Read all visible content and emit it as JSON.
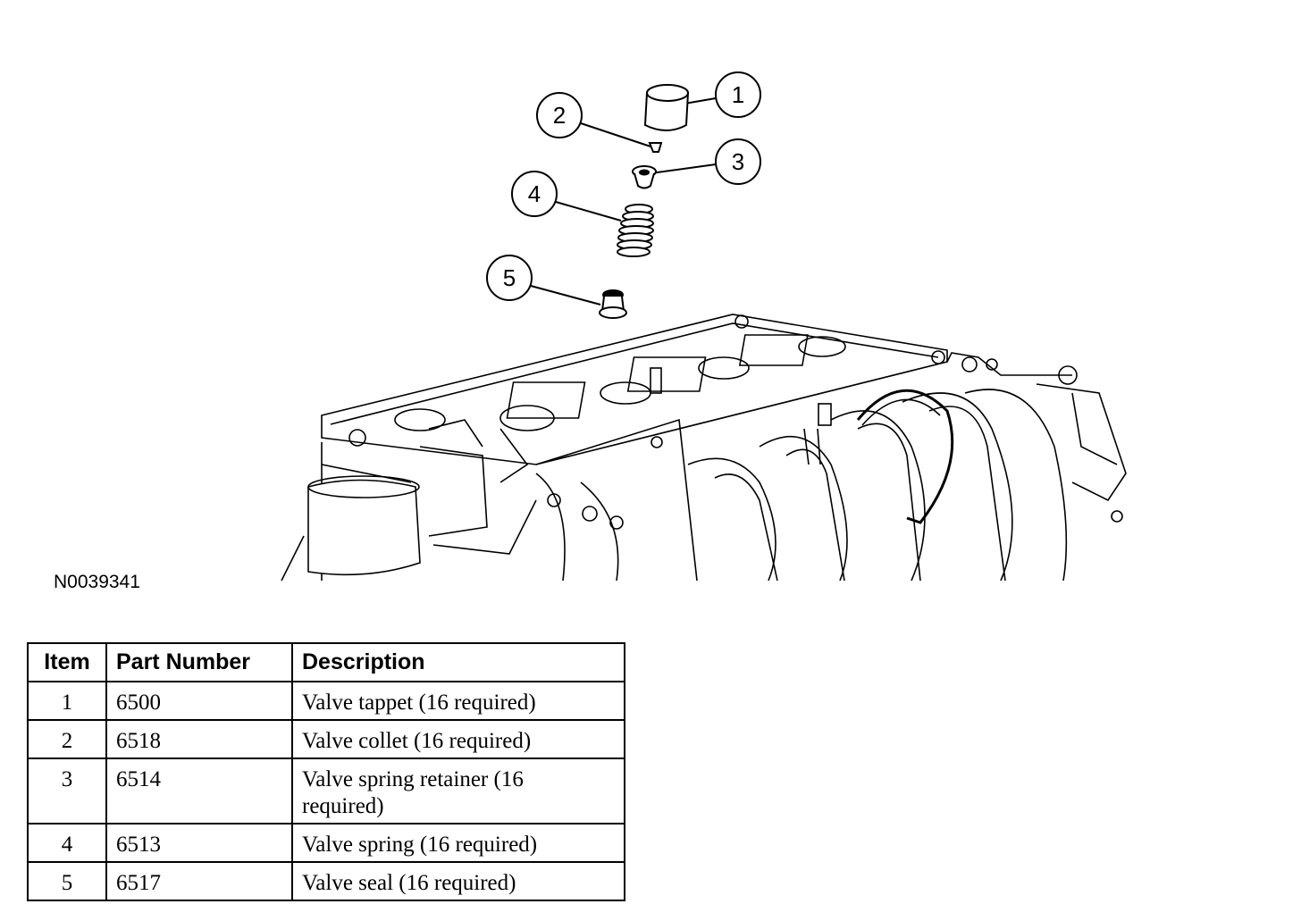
{
  "figure_id": "N0039341",
  "callouts": [
    "1",
    "2",
    "3",
    "4",
    "5"
  ],
  "table": {
    "headers": [
      "Item",
      "Part Number",
      "Description"
    ],
    "rows": [
      {
        "item": "1",
        "part_number": "6500",
        "description": "Valve tappet (16 required)"
      },
      {
        "item": "2",
        "part_number": "6518",
        "description": "Valve collet (16 required)"
      },
      {
        "item": "3",
        "part_number": "6514",
        "description": "Valve spring retainer (16 required)"
      },
      {
        "item": "4",
        "part_number": "6513",
        "description": "Valve spring (16 required)"
      },
      {
        "item": "5",
        "part_number": "6517",
        "description": "Valve seal (16 required)"
      }
    ]
  }
}
